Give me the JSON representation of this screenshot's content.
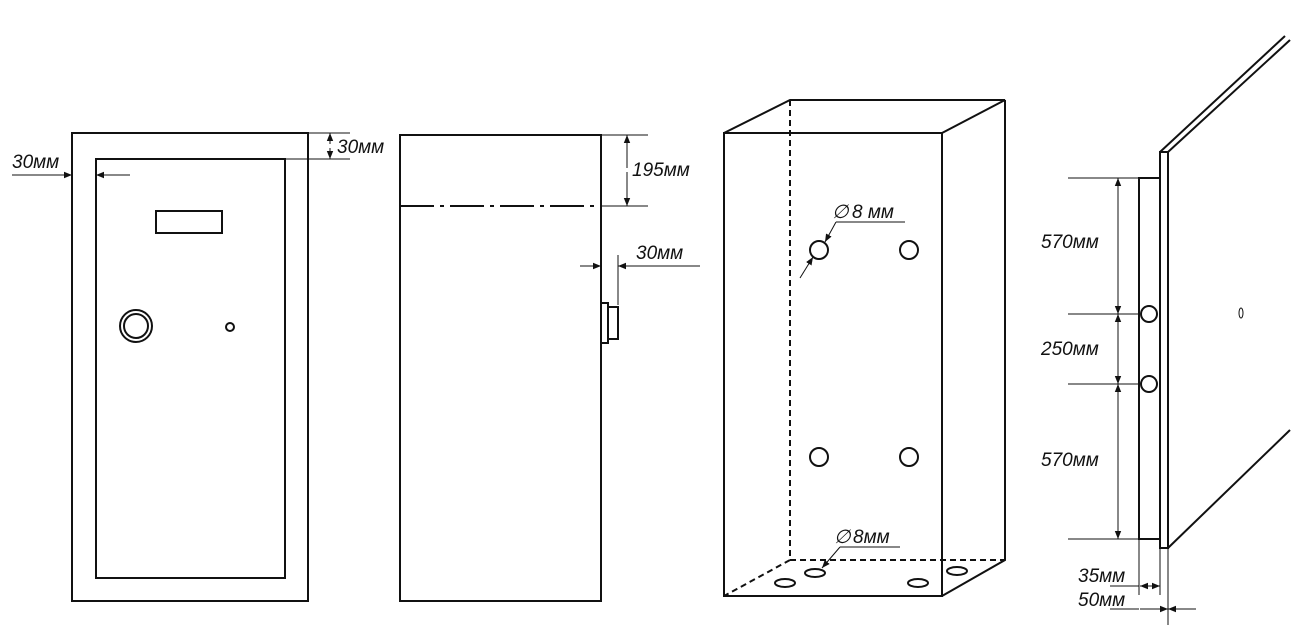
{
  "labels": {
    "front_side_margin": "30мм",
    "front_top_margin": "30мм",
    "side_top_offset": "195мм",
    "side_handle_depth": "30мм",
    "box_hole_diameter_top": "8 мм",
    "box_hole_diameter_bottom": "8мм",
    "wall_top_spacing": "570мм",
    "wall_middle_spacing": "250мм",
    "wall_bottom_spacing": "570мм",
    "wall_depth_inner": "35мм",
    "wall_depth_outer": "50мм"
  },
  "symbols": {
    "diameter": "∅"
  },
  "icons": [
    "arrow-icon",
    "diameter-icon"
  ]
}
